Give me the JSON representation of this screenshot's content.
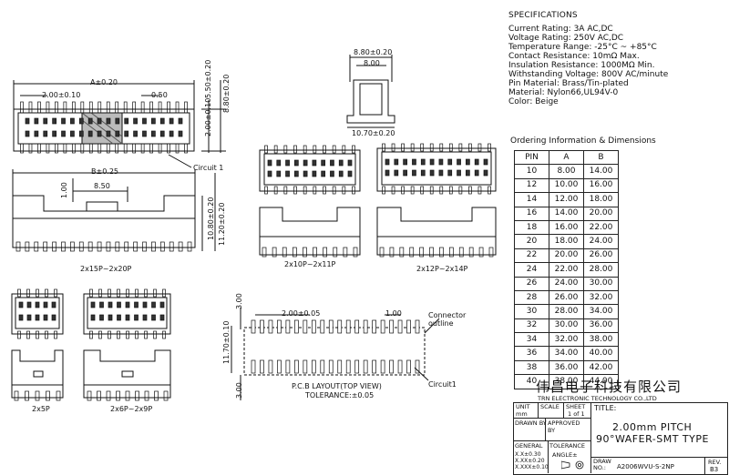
{
  "specifications": {
    "title": "SPECIFICATIONS",
    "lines": [
      "Current Rating: 3A AC,DC",
      "Voltage Rating: 250V AC,DC",
      "Temperature Range: -25°C ~ +85°C",
      "Contact Resistance: 10mΩ Max.",
      "Insulation Resistance: 1000MΩ Min.",
      "Withstanding Voltage: 800V AC/minute",
      "Pin Material: Brass/Tin-plated",
      "Material: Nylon66,UL94V-0",
      "Color: Beige"
    ]
  },
  "ordering": {
    "title": "Ordering Information & Dimensions",
    "headers": [
      "PIN",
      "A",
      "B"
    ],
    "rows": [
      [
        "10",
        "8.00",
        "14.00"
      ],
      [
        "12",
        "10.00",
        "16.00"
      ],
      [
        "14",
        "12.00",
        "18.00"
      ],
      [
        "16",
        "14.00",
        "20.00"
      ],
      [
        "18",
        "16.00",
        "22.00"
      ],
      [
        "20",
        "18.00",
        "24.00"
      ],
      [
        "22",
        "20.00",
        "26.00"
      ],
      [
        "24",
        "22.00",
        "28.00"
      ],
      [
        "26",
        "24.00",
        "30.00"
      ],
      [
        "28",
        "26.00",
        "32.00"
      ],
      [
        "30",
        "28.00",
        "34.00"
      ],
      [
        "32",
        "30.00",
        "36.00"
      ],
      [
        "34",
        "32.00",
        "38.00"
      ],
      [
        "36",
        "34.00",
        "40.00"
      ],
      [
        "38",
        "36.00",
        "42.00"
      ],
      [
        "40",
        "38.00",
        "44.00"
      ]
    ]
  },
  "dims": {
    "a": "A±0.20",
    "pitch": "2.00±0.10",
    "half": "0.50",
    "h550": "5.50±0.20",
    "h200": "2.00±0.10",
    "h880": "8.80±0.20",
    "circuit1": "Circuit 1",
    "b": "B±0.25",
    "w850": "8.50",
    "h100": "1.00",
    "h1080": "10.80±0.20",
    "h1120": "11.20±0.20",
    "side_top": "8.80±0.20",
    "side_mid": "8.00",
    "side_bot": "10.70±0.20",
    "pcb_pitch": "2.00±0.05",
    "pcb_100": "1.00",
    "pcb_300a": "3.00",
    "pcb_300b": "3.00",
    "pcb_h": "11.70±0.10",
    "connector_outline": "Connector outline",
    "pcb_circuit1": "Circuit1"
  },
  "captions": {
    "main": "2x15P~2x20P",
    "v10": "2x10P~2x11P",
    "v12": "2x12P~2x14P",
    "v5": "2x5P",
    "v6": "2x6P~2x9P",
    "pcb_title": "P.C.B LAYOUT(TOP VIEW)",
    "pcb_tol": "TOLERANCE:±0.05"
  },
  "title_block": {
    "company_cn": "伟昌电子科技有限公司",
    "company_en": "TRN ELECTRONIC TECHNOLOGY CO.,LTD",
    "unit_label": "UNIT",
    "unit_value": "mm",
    "scale_label": "SCALE",
    "sheet_label": "SHEET",
    "sheet_value": "1 of 1",
    "title_label": "TITLE:",
    "drawn_by": "DRAWN BY",
    "approved_by": "APPROVED BY",
    "title_line1": "2.00mm PITCH",
    "title_line2": "90°WAFER-SMT TYPE",
    "general": "GENERAL",
    "tolerance": "TOLERANCE",
    "tol1": "X.X±0.30",
    "tol2": "X.XX±0.20",
    "tol3": "X.XXX±0.10",
    "angle": "ANGLE±",
    "draw_label": "DRAW NO.:",
    "draw_no": "A2006WVU-S-2NP",
    "rev_label": "REV.",
    "rev": "B3"
  }
}
